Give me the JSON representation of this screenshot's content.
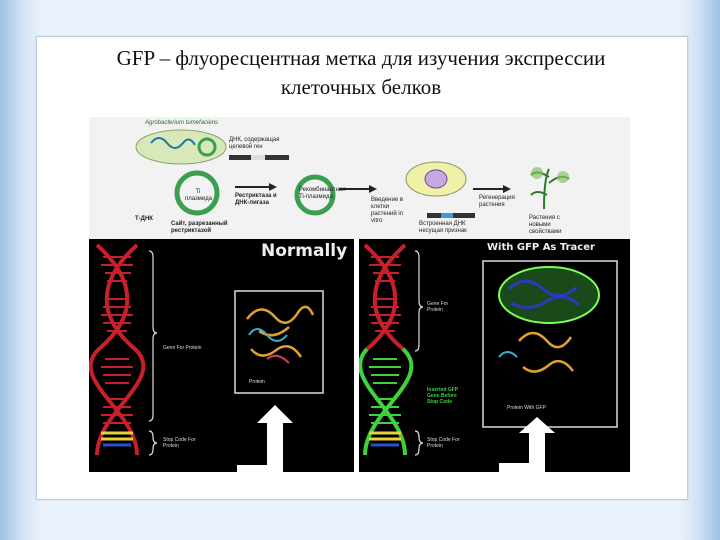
{
  "title": {
    "line1": "GFP – флуоресцентная метка для изучения экспрессии",
    "line2": "клеточных белков"
  },
  "top_diagram": {
    "agrobacterium": "Agrobacterium tumefaciens",
    "dna_target": "ДНК, содержащая целевой ген",
    "ti_plasmid": "Ti плазмида",
    "restriction": "Рестриктаза и ДНК-лигаза",
    "recombinant": "Рекомбинантная Ti-плазмида",
    "introduction": "Введение в клетки растений in vitro",
    "regeneration": "Регенерация растения",
    "t_dna": "Т-ДНК",
    "site": "Сайт, разрезанный рестриктазой",
    "inserted": "Встроенная ДНК несущая признак",
    "new_plants": "Растения с новыми свойствами"
  },
  "left_panel": {
    "heading": "Normally",
    "gene": "Gene For Protein",
    "stop": "Stop Code For Protein",
    "protein": "Protein"
  },
  "right_panel": {
    "heading": "With GFP As Tracer",
    "gene": "Gene For Protein",
    "inserted": "Inserted GFP Gene Before Stop Code",
    "stop": "Stop Code For Protein",
    "protein": "Protein With GFP"
  },
  "colors": {
    "dna_red": "#c8202a",
    "gfp_green": "#3fd23a",
    "stop_yellow": "#e6d23a",
    "stop_blue": "#2a4fd0",
    "slide_blue": "#cfe2f4"
  }
}
